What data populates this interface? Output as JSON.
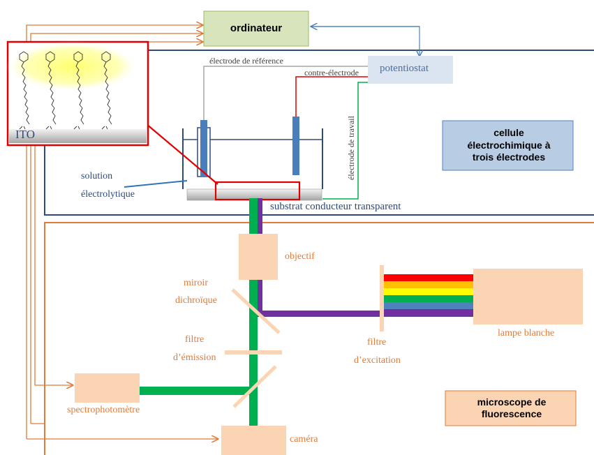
{
  "boxes": {
    "ordinateur": "ordinateur",
    "potentiostat": "potentiostat",
    "cellule": "cellule électrochimique à trois électrodes",
    "microscope": "microscope de fluorescence"
  },
  "labels": {
    "ito": "ITO",
    "reference": "électrode de référence",
    "contre": "contre-électrode",
    "travail": "électrode de travail",
    "solution_1": "solution",
    "solution_2": "électrolytique",
    "substrat": "substrat conducteur transparent",
    "objectif": "objectif",
    "miroir_1": "miroir",
    "miroir_2": "dichroïque",
    "filtre_em_1": "filtre",
    "filtre_em_2": "d’émission",
    "filtre_ex_1": "filtre",
    "filtre_ex_2": "d’excitation",
    "lampe": "lampe blanche",
    "spectro": "spectrophotomètre",
    "camera": "caméra"
  },
  "colors": {
    "orange_line": "#e07b39",
    "box_fill": "#fbd4b4",
    "blue_frame": "#2e4a7a",
    "electrode": "#4a7ebb",
    "green_beam": "#00b050",
    "purple_beam": "#7030a0",
    "red": "#e00000",
    "ordinateur_fill": "#d7e4bc",
    "potentiostat_fill": "#dbe5f1",
    "cellule_fill": "#b8cce4",
    "microscope_fill": "#fbd4b4"
  },
  "spectrum": [
    "#ff0000",
    "#ffc000",
    "#ffff00",
    "#00b050",
    "#4f81bd",
    "#7030a0"
  ]
}
